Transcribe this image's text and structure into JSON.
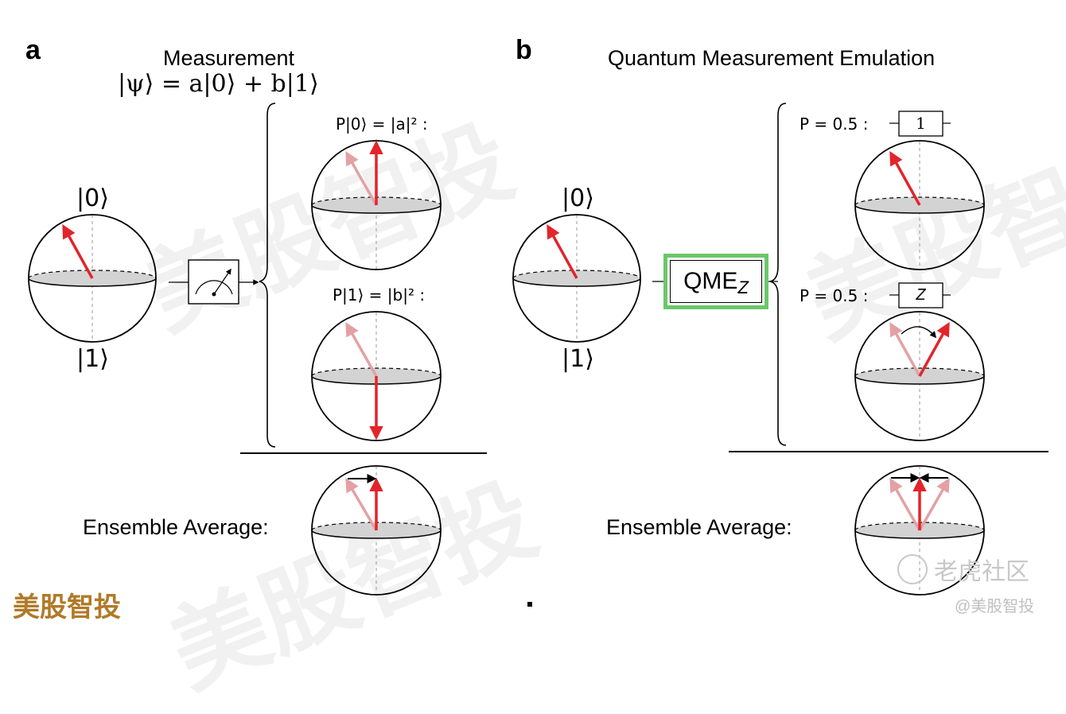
{
  "panel_a": {
    "letter": "a",
    "title": "Measurement",
    "state_formula": "|ψ⟩ = a|0⟩ + b|1⟩",
    "ket_top": "|0⟩",
    "ket_bottom": "|1⟩",
    "prob_0": "P|0⟩ = |a|² :",
    "prob_1": "P|1⟩ = |b|² :",
    "ensemble_label": "Ensemble Average:"
  },
  "panel_b": {
    "letter": "b",
    "title": "Quantum Measurement Emulation",
    "ket_top": "|0⟩",
    "ket_bottom": "|1⟩",
    "qme_label": "QME",
    "qme_subscript": "Z",
    "prob_top": "P = 0.5 :",
    "prob_bottom": "P = 0.5 :",
    "gate_top": "1",
    "gate_bottom": "Z",
    "ensemble_label": "Ensemble Average:"
  },
  "watermark": {
    "text": "美股智投",
    "logo": "美股智投",
    "community": "老虎社区",
    "handle": "@美股智投"
  },
  "colors": {
    "arrow": "#e3242b",
    "arrow_faded": "#e3a1a4",
    "disk": "#d3d3d3",
    "qme_border": "#6cc76a"
  }
}
